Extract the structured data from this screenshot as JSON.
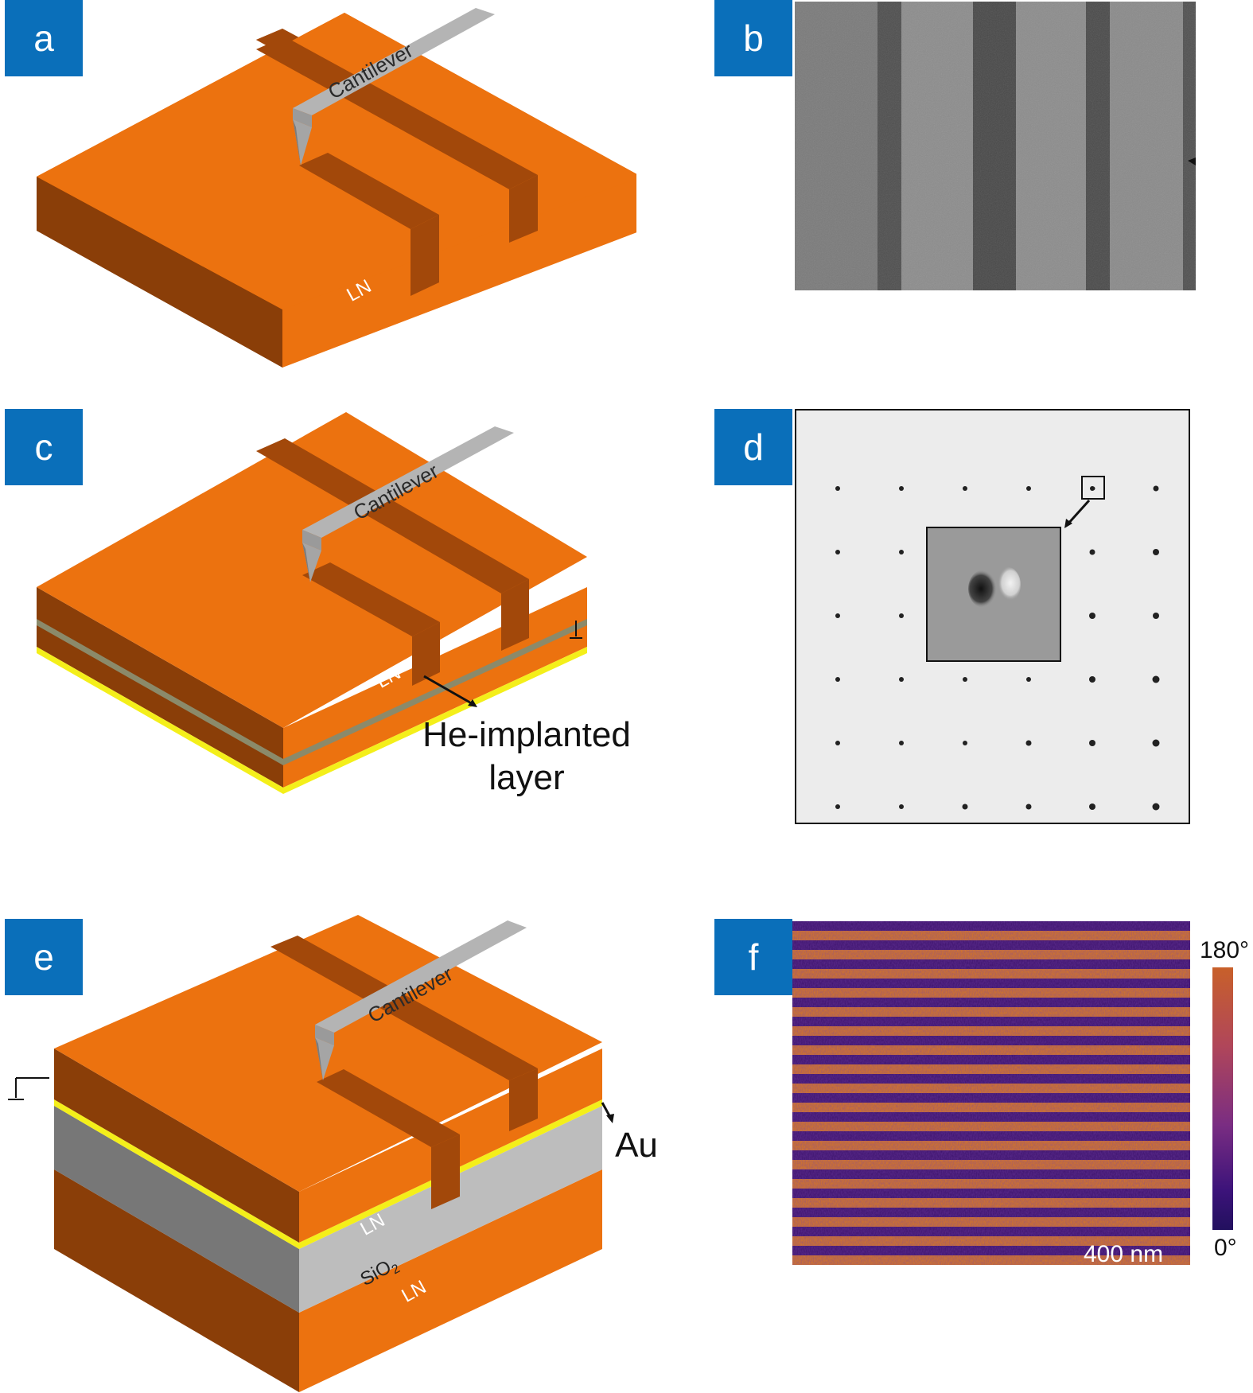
{
  "panels": {
    "a": {
      "letter": "a",
      "cantilever": "Cantilever",
      "layer": "LN"
    },
    "b": {
      "letter": "b"
    },
    "c": {
      "letter": "c",
      "cantilever": "Cantilever",
      "layer": "LN",
      "annotation_line1": "He-implanted",
      "annotation_line2": "layer"
    },
    "d": {
      "letter": "d"
    },
    "e": {
      "letter": "e",
      "cantilever": "Cantilever",
      "layer_top": "LN",
      "layer_mid": "SiO",
      "layer_mid_sub": "2",
      "layer_bottom": "LN",
      "electrode": "Au"
    },
    "f": {
      "letter": "f",
      "colorbar_max": "180°",
      "colorbar_min": "0°",
      "scalebar": "400 nm"
    }
  },
  "colors": {
    "badge": "#0a6fba",
    "ln_top": "#ec720f",
    "ln_side_dark": "#8a3e08",
    "ln_domain": "#a2480a",
    "cantilever": "#b4b4b4",
    "implant": "#8b8a6a",
    "au": "#f4ef1a",
    "sio2": "#bdbdbd",
    "stripe_purple": "#3c136b",
    "stripe_orange": "#d9791f"
  }
}
